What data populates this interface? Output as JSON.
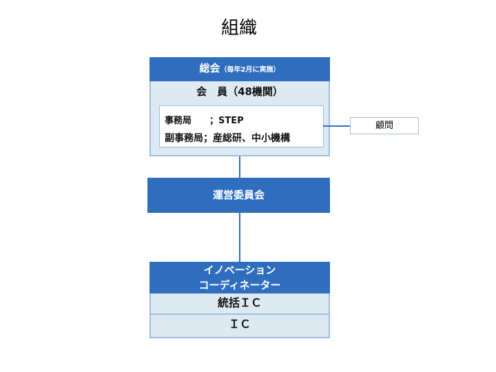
{
  "title": "組織",
  "general_meeting": {
    "title": "総会",
    "note": "（毎年2月に実施）",
    "members": "会　員（48機関）",
    "secretariat": "事務局　　；STEP",
    "vice_secretariat": "副事務局；産総研、中小機構"
  },
  "advisor": "顧問",
  "steering_committee": "運営委員会",
  "coordinator": {
    "title_line1": "イノベーション",
    "title_line2": "コーディネーター",
    "rows": [
      "統括ＩＣ",
      "ＩＣ"
    ]
  }
}
